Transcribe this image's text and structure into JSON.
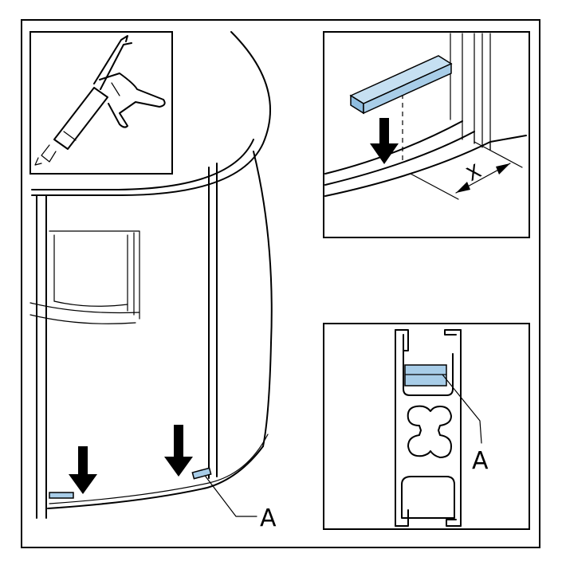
{
  "labels": {
    "part_main": "A",
    "part_detail": "A",
    "dimension": "X"
  },
  "colors": {
    "stroke": "#000000",
    "block_fill": "#a8cde8",
    "block_face": "#8fbde0",
    "background": "#ffffff"
  },
  "icons": [
    "caulking-gun-icon",
    "arrow-down-icon"
  ]
}
